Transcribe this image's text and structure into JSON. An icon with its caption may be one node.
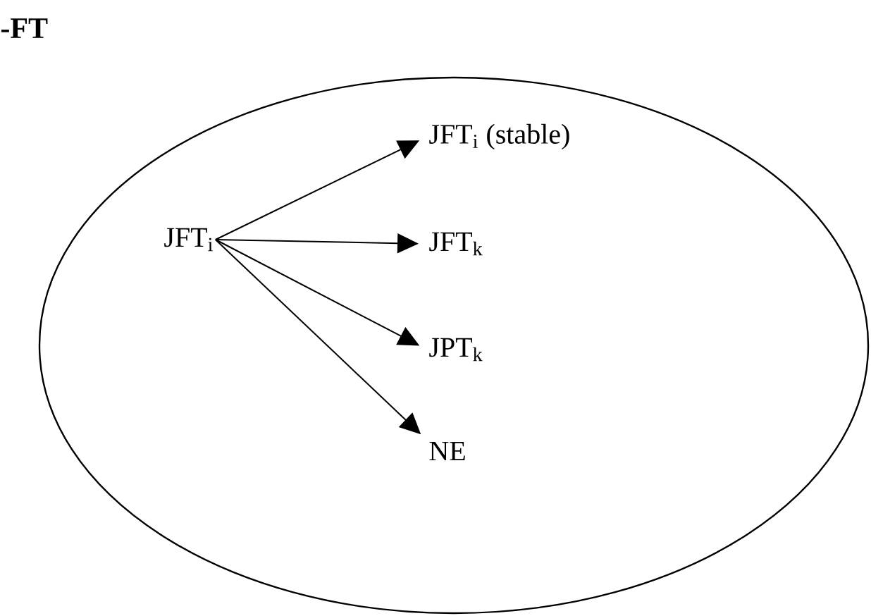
{
  "diagram": {
    "title": "-FT",
    "nodes": [
      {
        "text": [],
        "shape": "ellipse"
      },
      {
        "text": [
          "JFT$_{i}$"
        ],
        "in": 0
      },
      {
        "text": [
          "JFT$_{i}$ (stable)"
        ],
        "in": 0
      },
      {
        "text": [
          "JFT$_{k}$"
        ],
        "in": 0
      },
      {
        "text": [
          "JPT$_{k}$"
        ],
        "in": 0
      },
      {
        "text": [
          "NE"
        ],
        "in": 0
      }
    ],
    "edges": [
      {
        "from": 1,
        "to": 2,
        "arrow": "to"
      },
      {
        "from": 1,
        "to": 3,
        "arrow": "to"
      },
      {
        "from": 1,
        "to": 4,
        "arrow": "to"
      },
      {
        "from": 1,
        "to": 5,
        "arrow": "to"
      }
    ]
  }
}
